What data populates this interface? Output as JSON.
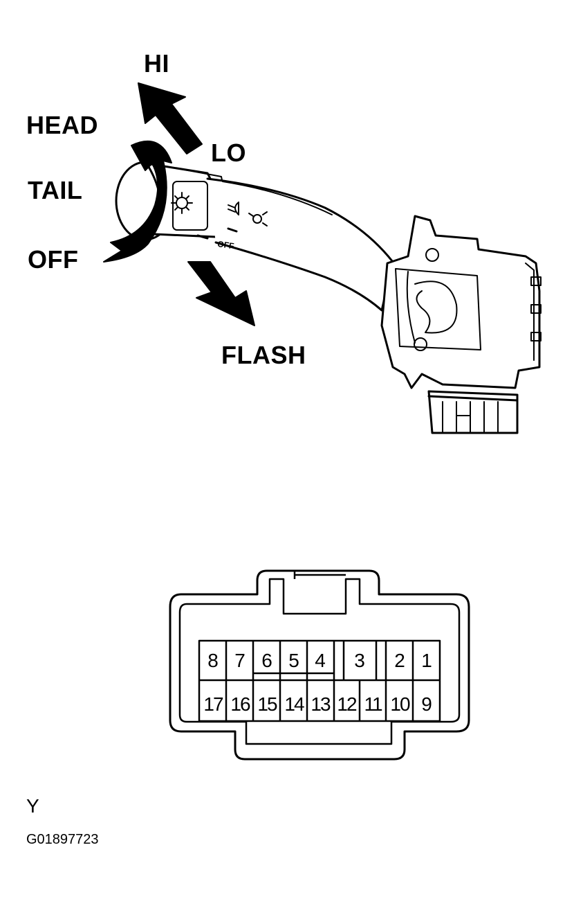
{
  "labels": {
    "hi": "HI",
    "head": "HEAD",
    "lo": "LO",
    "tail": "TAIL",
    "off": "OFF",
    "flash": "FLASH",
    "lever_off": "OFF"
  },
  "connector": {
    "top_row": [
      "8",
      "7",
      "6",
      "5",
      "4",
      "3",
      "2",
      "1"
    ],
    "bottom_row": [
      "17",
      "16",
      "15",
      "14",
      "13",
      "12",
      "11",
      "10",
      "9"
    ]
  },
  "footer": {
    "view_code": "Y",
    "figure_id": "G01897723"
  },
  "icons": {
    "lever_symbols": [
      "headlight-symbol-icon",
      "lo-beam-symbol-icon",
      "parking-light-symbol-icon"
    ]
  },
  "colors": {
    "ink": "#000000",
    "paper": "#ffffff"
  }
}
